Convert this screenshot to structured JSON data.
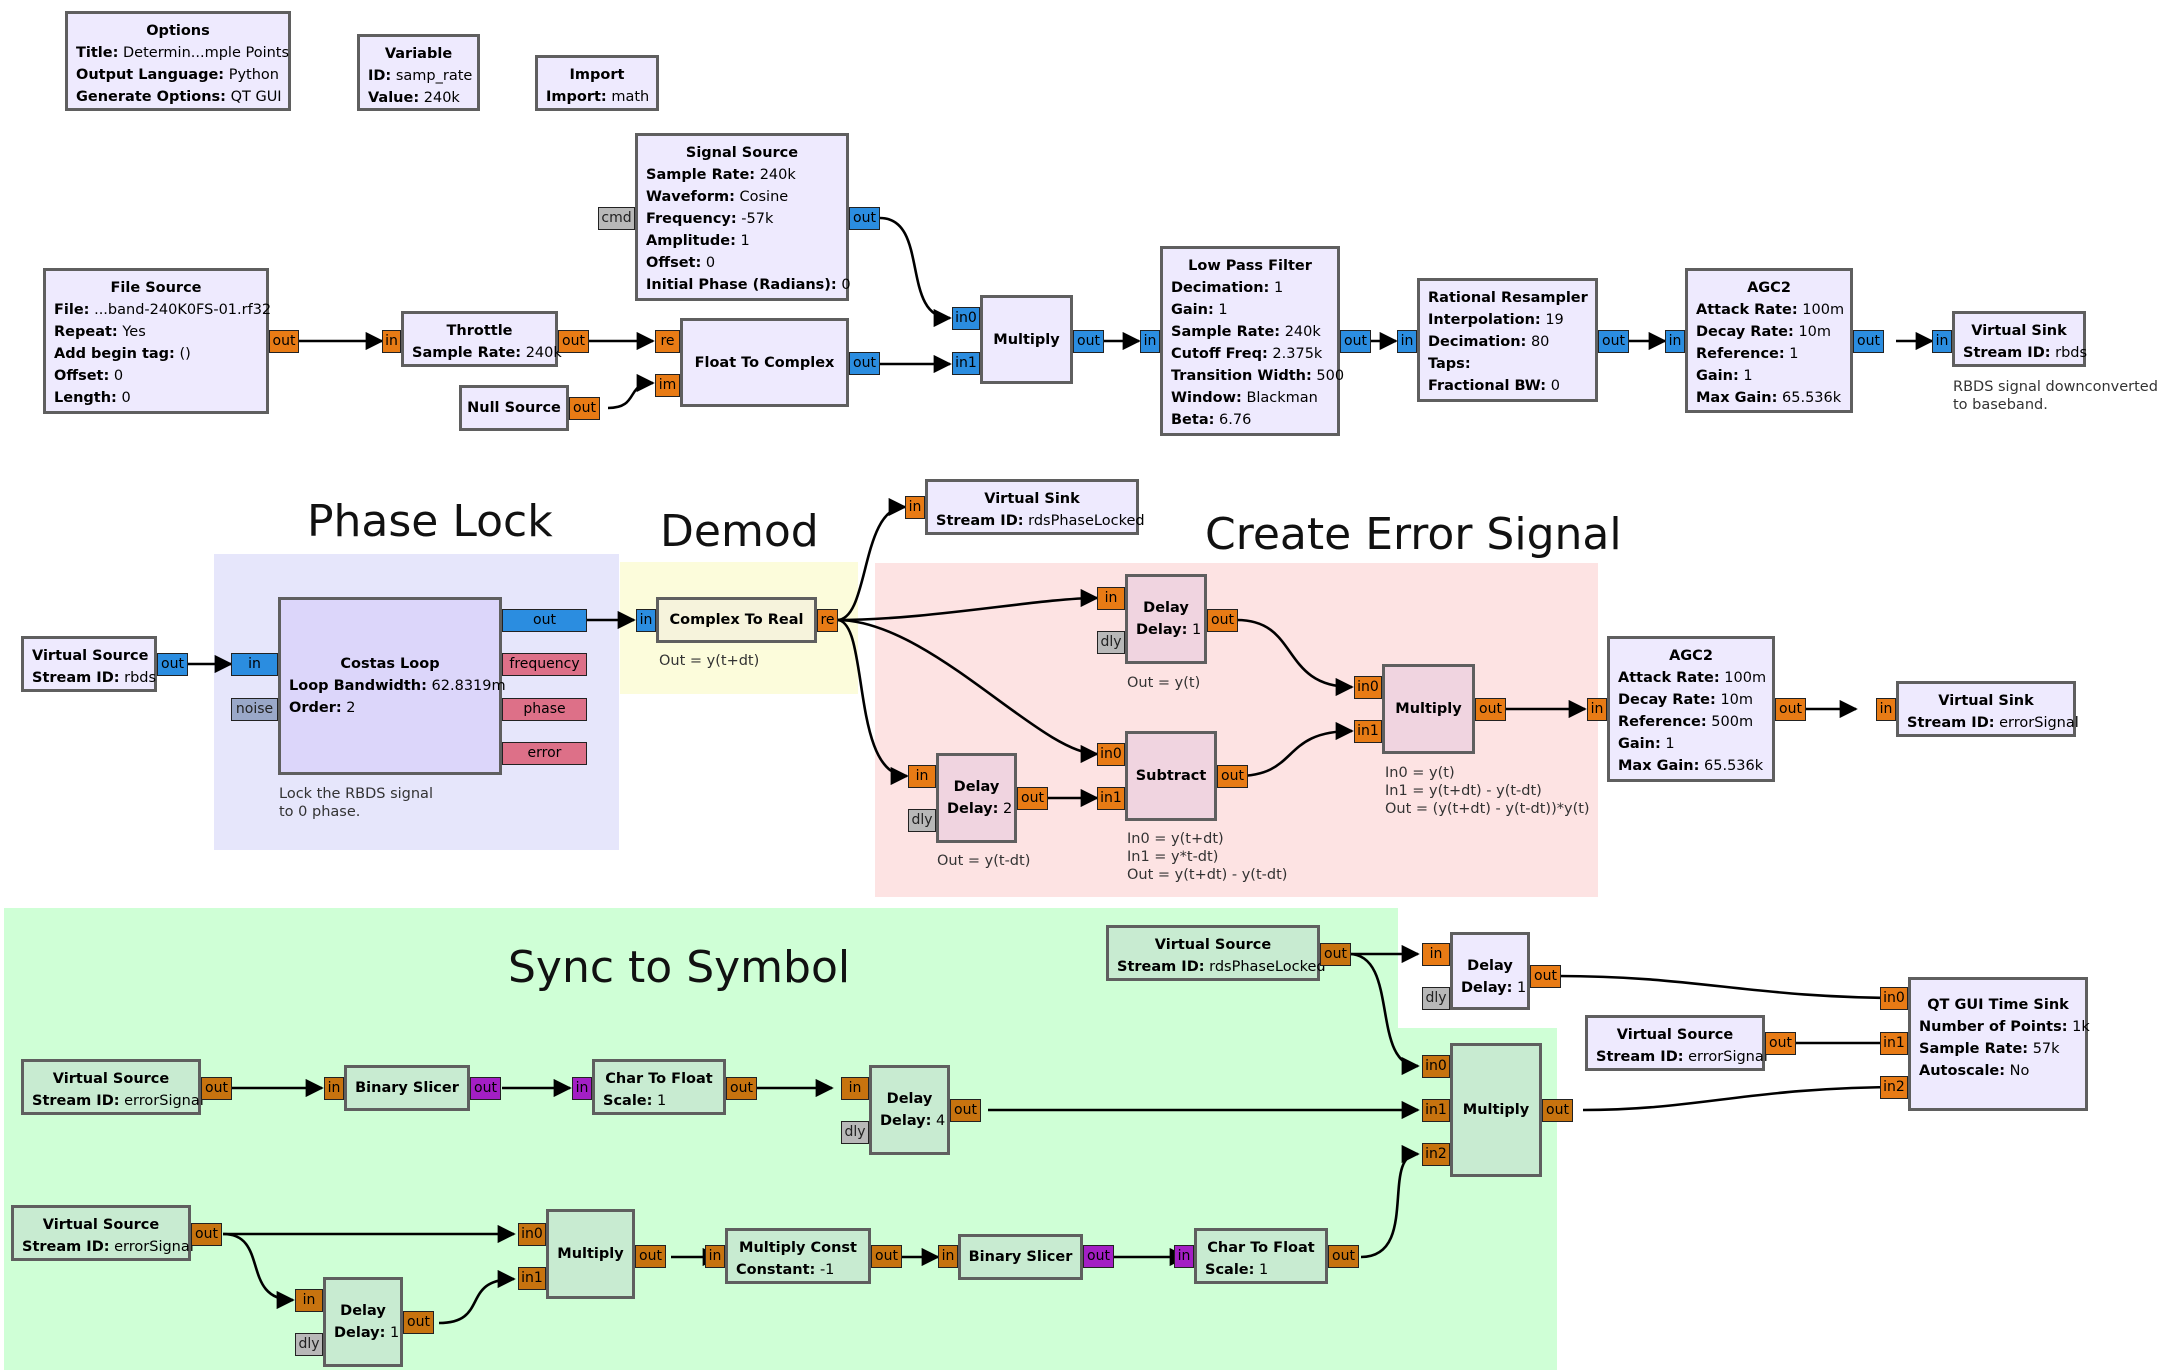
{
  "colors": {
    "phase_lock_region": "#e6e6fb",
    "demod_region": "#fcfcdb",
    "error_region": "#fde3e3",
    "sync_region": "#cfffd6",
    "stream_port": "#e87b15",
    "complex_port": "#2b8de0",
    "message_port": "#b8b8b8",
    "byte_port": "#a31fc4",
    "wire": "#000000"
  },
  "regions": {
    "phase_lock": "Phase Lock",
    "demod": "Demod",
    "error": "Create Error Signal",
    "sync": "Sync to Symbol"
  },
  "blocks": {
    "options": {
      "title": "Options",
      "params": [
        {
          "k": "Title:",
          "v": "Determin...mple Points"
        },
        {
          "k": "Output Language:",
          "v": "Python"
        },
        {
          "k": "Generate Options:",
          "v": "QT GUI"
        }
      ]
    },
    "variable": {
      "title": "Variable",
      "params": [
        {
          "k": "ID:",
          "v": "samp_rate"
        },
        {
          "k": "Value:",
          "v": "240k"
        }
      ]
    },
    "import": {
      "title": "Import",
      "params": [
        {
          "k": "Import:",
          "v": "math"
        }
      ]
    },
    "signal_source": {
      "title": "Signal Source",
      "params": [
        {
          "k": "Sample Rate:",
          "v": "240k"
        },
        {
          "k": "Waveform:",
          "v": "Cosine"
        },
        {
          "k": "Frequency:",
          "v": "-57k"
        },
        {
          "k": "Amplitude:",
          "v": "1"
        },
        {
          "k": "Offset:",
          "v": "0"
        },
        {
          "k": "Initial Phase (Radians):",
          "v": "0"
        }
      ]
    },
    "file_source": {
      "title": "File Source",
      "params": [
        {
          "k": "File:",
          "v": "...band-240K0FS-01.rf32"
        },
        {
          "k": "Repeat:",
          "v": "Yes"
        },
        {
          "k": "Add begin tag:",
          "v": "()"
        },
        {
          "k": "Offset:",
          "v": "0"
        },
        {
          "k": "Length:",
          "v": "0"
        }
      ]
    },
    "throttle": {
      "title": "Throttle",
      "params": [
        {
          "k": "Sample Rate:",
          "v": "240k"
        }
      ]
    },
    "null_source": {
      "title": "Null Source",
      "params": []
    },
    "float_to_complex": {
      "title": "Float To Complex",
      "params": []
    },
    "multiply_top": {
      "title": "Multiply",
      "params": []
    },
    "low_pass": {
      "title": "Low Pass Filter",
      "params": [
        {
          "k": "Decimation:",
          "v": "1"
        },
        {
          "k": "Gain:",
          "v": "1"
        },
        {
          "k": "Sample Rate:",
          "v": "240k"
        },
        {
          "k": "Cutoff Freq:",
          "v": "2.375k"
        },
        {
          "k": "Transition Width:",
          "v": "500"
        },
        {
          "k": "Window:",
          "v": "Blackman"
        },
        {
          "k": "Beta:",
          "v": "6.76"
        }
      ]
    },
    "resampler": {
      "title": "Rational Resampler",
      "params": [
        {
          "k": "Interpolation:",
          "v": "19"
        },
        {
          "k": "Decimation:",
          "v": "80"
        },
        {
          "k": "Taps:",
          "v": ""
        },
        {
          "k": "Fractional BW:",
          "v": "0"
        }
      ]
    },
    "agc_top": {
      "title": "AGC2",
      "params": [
        {
          "k": "Attack Rate:",
          "v": "100m"
        },
        {
          "k": "Decay Rate:",
          "v": "10m"
        },
        {
          "k": "Reference:",
          "v": "1"
        },
        {
          "k": "Gain:",
          "v": "1"
        },
        {
          "k": "Max Gain:",
          "v": "65.536k"
        }
      ]
    },
    "vsink_rbds": {
      "title": "Virtual Sink",
      "params": [
        {
          "k": "Stream ID:",
          "v": "rbds"
        }
      ]
    },
    "vsrc_rbds": {
      "title": "Virtual Source",
      "params": [
        {
          "k": "Stream ID:",
          "v": "rbds"
        }
      ]
    },
    "costas": {
      "title": "Costas Loop",
      "params": [
        {
          "k": "Loop Bandwidth:",
          "v": "62.8319m"
        },
        {
          "k": "Order:",
          "v": "2"
        }
      ]
    },
    "complex_to_real": {
      "title": "Complex To Real",
      "params": []
    },
    "vsink_locked": {
      "title": "Virtual Sink",
      "params": [
        {
          "k": "Stream ID:",
          "v": "rdsPhaseLocked"
        }
      ]
    },
    "delay1_err": {
      "title": "Delay",
      "params": [
        {
          "k": "Delay:",
          "v": "1"
        }
      ]
    },
    "delay2_err": {
      "title": "Delay",
      "params": [
        {
          "k": "Delay:",
          "v": "2"
        }
      ]
    },
    "subtract": {
      "title": "Subtract",
      "params": []
    },
    "multiply_err": {
      "title": "Multiply",
      "params": []
    },
    "agc_err": {
      "title": "AGC2",
      "params": [
        {
          "k": "Attack Rate:",
          "v": "100m"
        },
        {
          "k": "Decay Rate:",
          "v": "10m"
        },
        {
          "k": "Reference:",
          "v": "500m"
        },
        {
          "k": "Gain:",
          "v": "1"
        },
        {
          "k": "Max Gain:",
          "v": "65.536k"
        }
      ]
    },
    "vsink_err": {
      "title": "Virtual Sink",
      "params": [
        {
          "k": "Stream ID:",
          "v": "errorSignal"
        }
      ]
    },
    "vsrc_locked": {
      "title": "Virtual Source",
      "params": [
        {
          "k": "Stream ID:",
          "v": "rdsPhaseLocked"
        }
      ]
    },
    "delay_plot": {
      "title": "Delay",
      "params": [
        {
          "k": "Delay:",
          "v": "1"
        }
      ]
    },
    "vsrc_err_plot": {
      "title": "Virtual Source",
      "params": [
        {
          "k": "Stream ID:",
          "v": "errorSignal"
        }
      ]
    },
    "time_sink": {
      "title": "QT GUI Time Sink",
      "params": [
        {
          "k": "Number of Points:",
          "v": "1k"
        },
        {
          "k": "Sample Rate:",
          "v": "57k"
        },
        {
          "k": "Autoscale:",
          "v": "No"
        }
      ]
    },
    "vsrc_err1": {
      "title": "Virtual Source",
      "params": [
        {
          "k": "Stream ID:",
          "v": "errorSignal"
        }
      ]
    },
    "slicer1": {
      "title": "Binary Slicer",
      "params": []
    },
    "c2f1": {
      "title": "Char To Float",
      "params": [
        {
          "k": "Scale:",
          "v": "1"
        }
      ]
    },
    "delay4": {
      "title": "Delay",
      "params": [
        {
          "k": "Delay:",
          "v": "4"
        }
      ]
    },
    "multiply_sync": {
      "title": "Multiply",
      "params": []
    },
    "vsrc_err2": {
      "title": "Virtual Source",
      "params": [
        {
          "k": "Stream ID:",
          "v": "errorSignal"
        }
      ]
    },
    "delay_sync1": {
      "title": "Delay",
      "params": [
        {
          "k": "Delay:",
          "v": "1"
        }
      ]
    },
    "multiply_sq": {
      "title": "Multiply",
      "params": []
    },
    "mult_const": {
      "title": "Multiply Const",
      "params": [
        {
          "k": "Constant:",
          "v": "-1"
        }
      ]
    },
    "slicer2": {
      "title": "Binary Slicer",
      "params": []
    },
    "c2f2": {
      "title": "Char To Float",
      "params": [
        {
          "k": "Scale:",
          "v": "1"
        }
      ]
    }
  },
  "comments": {
    "rbds_sink": "RBDS signal downconverted\nto baseband.",
    "costas": "Lock the RBDS signal\nto 0 phase.",
    "c2r": "Out = y(t+dt)",
    "delay1": "Out = y(t)",
    "delay2": "Out = y(t-dt)",
    "subtract": "In0 = y(t+dt)\nIn1 = y*t-dt)\nOut = y(t+dt) - y(t-dt)",
    "multiply": "In0 = y(t)\nIn1 = y(t+dt) - y(t-dt)\nOut = (y(t+dt) - y(t-dt))*y(t)"
  },
  "ports": {
    "in": "in",
    "out": "out",
    "in0": "in0",
    "in1": "in1",
    "in2": "in2",
    "re": "re",
    "im": "im",
    "cmd": "cmd",
    "dly": "dly",
    "noise": "noise",
    "frequency": "frequency",
    "phase": "phase",
    "error": "error"
  }
}
